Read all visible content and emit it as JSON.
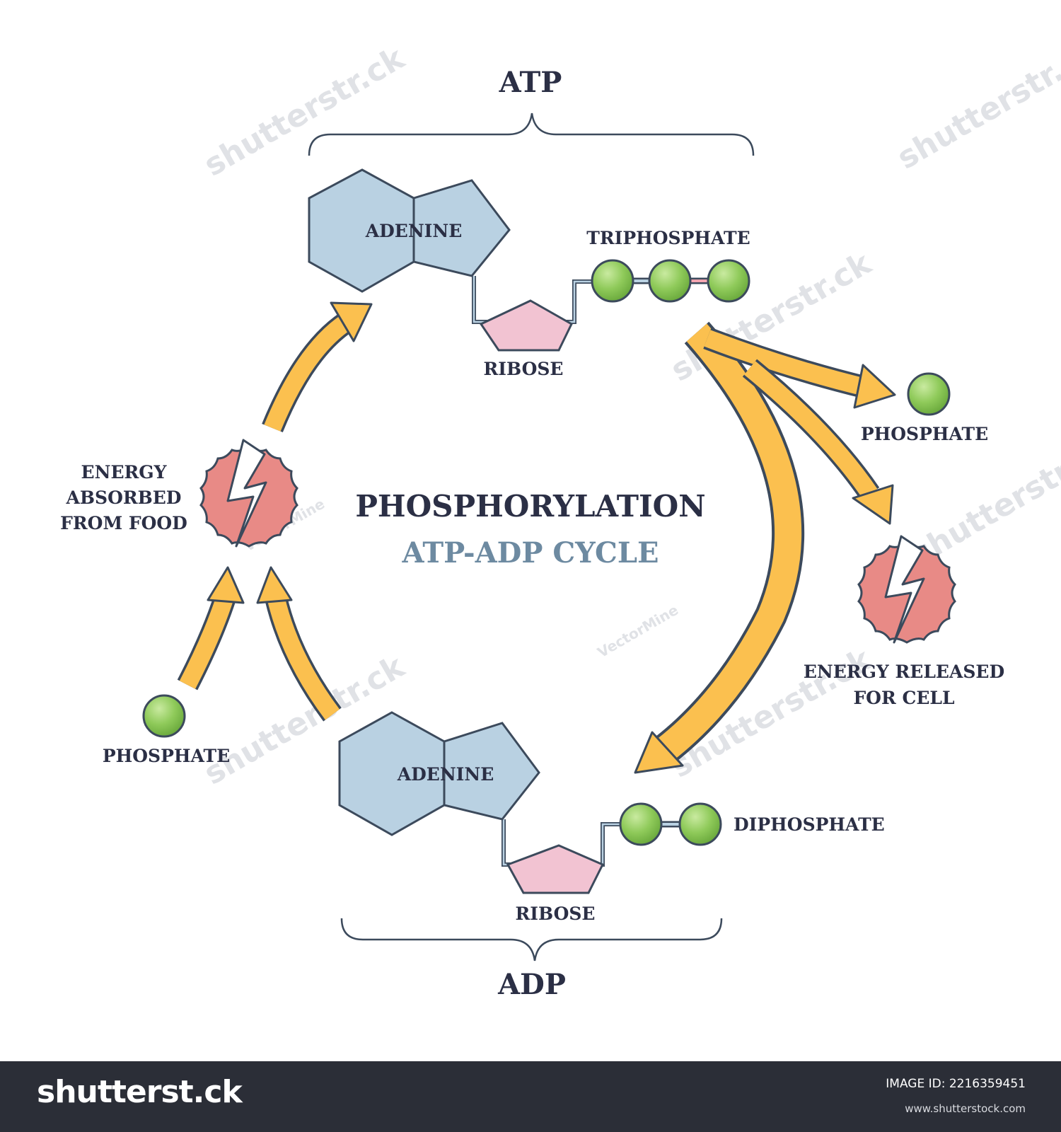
{
  "labels": {
    "atp": "ATP",
    "adp": "ADP",
    "title": "PHOSPHORYLATION",
    "subtitle": "ATP-ADP CYCLE",
    "adenine_top": "ADENINE",
    "ribose_top": "RIBOSE",
    "triphosphate": "TRIPHOSPHATE",
    "adenine_bottom": "ADENINE",
    "ribose_bottom": "RIBOSE",
    "diphosphate": "DIPHOSPHATE",
    "phosphate_right": "PHOSPHATE",
    "phosphate_left": "PHOSPHATE",
    "energy_absorbed": [
      "ENERGY",
      "ABSORBED",
      "FROM FOOD"
    ],
    "energy_released": [
      "ENERGY RELEASED",
      "FOR CELL"
    ]
  },
  "watermarks": {
    "stock_site": "shutterstr.ck",
    "artist": "VectorMine"
  },
  "footer": {
    "logo": "shutterst.ck",
    "image_id": "IMAGE ID: 2216359451",
    "url": "www.shutterstock.com"
  },
  "colors": {
    "outline": "#3c4a5c",
    "adenine_fill": "#b9d1e2",
    "ribose_fill": "#f2c3d2",
    "phosphate_fill": "#8fca5a",
    "arrow_fill": "#fbc04f",
    "energy_fill": "#e88a86",
    "text_dark": "#2b2f45",
    "text_blue": "#6d8aa1"
  }
}
